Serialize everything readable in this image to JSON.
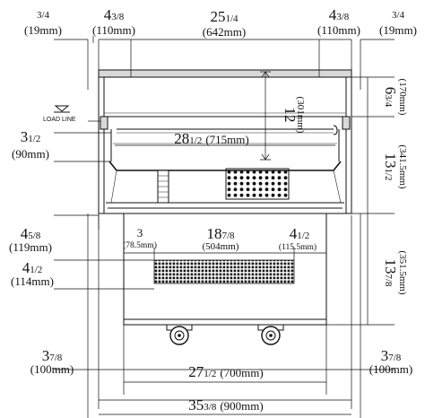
{
  "dimensions": {
    "top_left_edge": {
      "whole": "",
      "frac": "3/4",
      "mm": "(19mm)"
    },
    "top_left_panel": {
      "whole": "4",
      "frac": "3/8",
      "mm": "(110mm)"
    },
    "top_opening": {
      "whole": "25",
      "frac": "1/4",
      "mm": "(642mm)"
    },
    "top_right_panel": {
      "whole": "4",
      "frac": "3/8",
      "mm": "(110mm)"
    },
    "top_right_edge": {
      "whole": "",
      "frac": "3/4",
      "mm": "(19mm)"
    },
    "canopy_height": {
      "whole": "12",
      "frac": "",
      "mm": "(301mm)"
    },
    "right_upper": {
      "whole": "6",
      "frac": "3/4",
      "mm": "(170mm)"
    },
    "load_line": "LOAD LINE",
    "shelf_depth": {
      "whole": "3",
      "frac": "1/2",
      "mm": "(90mm)"
    },
    "inner_width": {
      "whole": "28",
      "frac": "1/2",
      "mm": "(715mm)"
    },
    "right_mid": {
      "whole": "13",
      "frac": "1/2",
      "mm": "(341.5mm)"
    },
    "left_gap": {
      "whole": "4",
      "frac": "5/8",
      "mm": "(119mm)"
    },
    "grille_left": {
      "whole": "3",
      "frac": "",
      "mm": "(78.5mm)"
    },
    "grille_width": {
      "whole": "18",
      "frac": "7/8",
      "mm": "(504mm)"
    },
    "grille_right": {
      "whole": "4",
      "frac": "1/2",
      "mm": "(115.5mm)"
    },
    "grille_height": {
      "whole": "4",
      "frac": "1/2",
      "mm": "(114mm)"
    },
    "right_lower": {
      "whole": "13",
      "frac": "7/8",
      "mm": "(351.5mm)"
    },
    "bottom_left": {
      "whole": "3",
      "frac": "7/8",
      "mm": "(100mm)"
    },
    "bottom_right": {
      "whole": "3",
      "frac": "7/8",
      "mm": "(100mm)"
    },
    "base_width": {
      "whole": "27",
      "frac": "1/2",
      "mm": "(700mm)"
    },
    "overall_width": {
      "whole": "35",
      "frac": "3/8",
      "mm": "(900mm)"
    }
  }
}
